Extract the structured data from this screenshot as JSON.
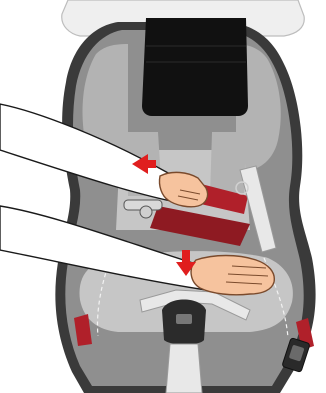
{
  "figure": {
    "kind": "instruction-illustration",
    "subject": "child car seat",
    "colors": {
      "background": "#ffffff",
      "seat_outer": "#3a3a3a",
      "seat_shell": "#8f8f8f",
      "seat_inner": "#b3b3b3",
      "seat_cushion": "#c6c6c6",
      "headrest": "#111111",
      "vehicle_seat": "#efefef",
      "vehicle_seat_stroke": "#bdbdbd",
      "belt": "#e8e8e8",
      "red_strap": "#b0202a",
      "arrow": "#e01e1e",
      "skin": "#f6c39e",
      "skin_stroke": "#7a4a2c",
      "sleeve": "#ffffff",
      "outline": "#1a1a1a"
    },
    "arrows": [
      {
        "name": "pull-arrow",
        "direction": "left"
      },
      {
        "name": "push-arrow",
        "direction": "down"
      }
    ]
  }
}
